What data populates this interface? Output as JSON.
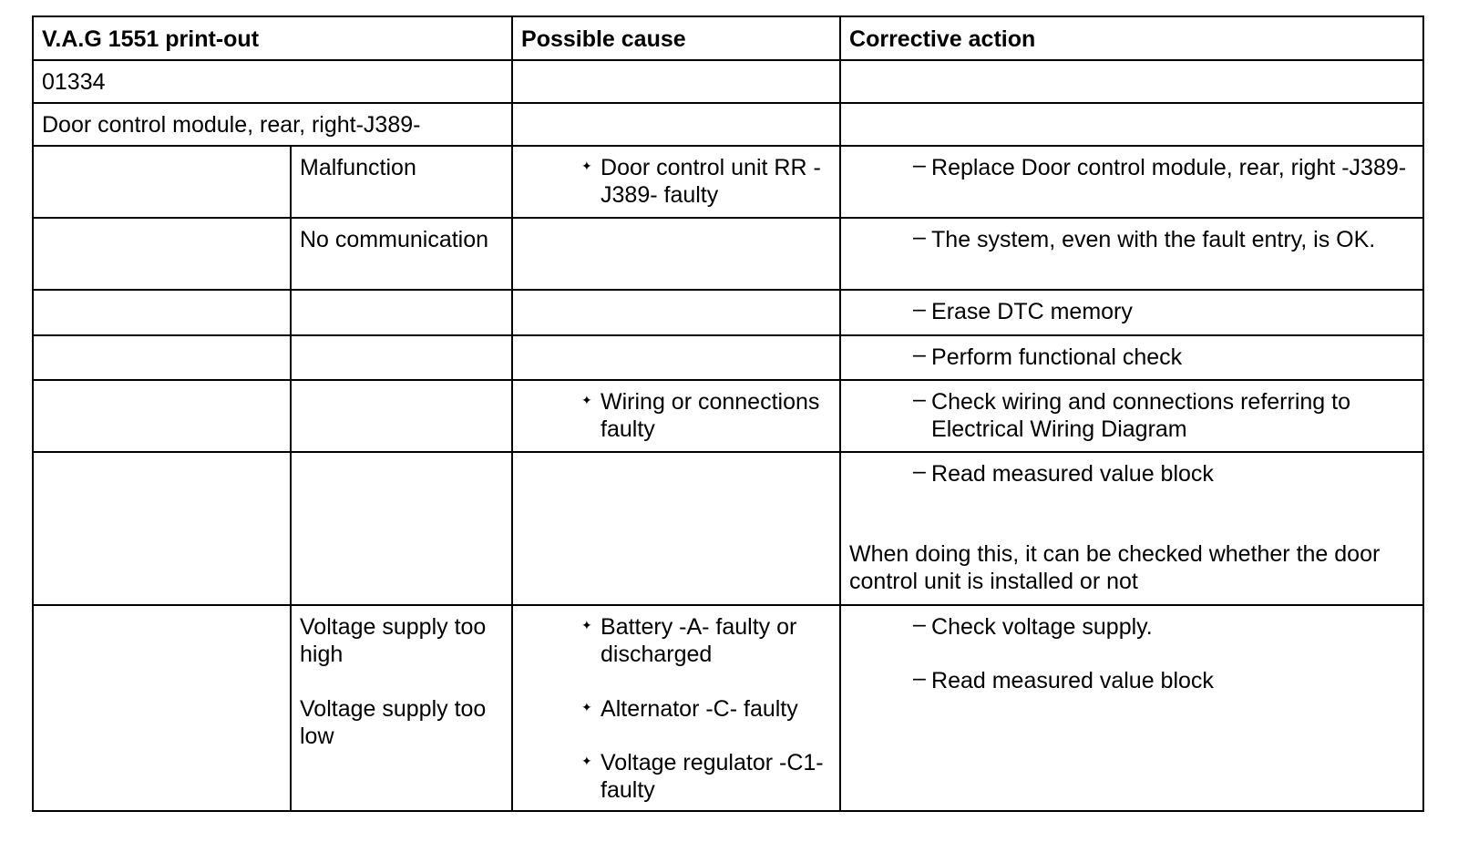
{
  "table": {
    "headers": {
      "printout": "V.A.G 1551 print-out",
      "cause": "Possible cause",
      "action": "Corrective action"
    },
    "code": "01334",
    "component": "Door control module, rear, right-J389-",
    "bullet_glyph": "✦",
    "dash_glyph": "–",
    "rows": {
      "malfunction": {
        "symptom": "Malfunction",
        "cause": "Door control unit RR -J389- faulty",
        "action": "Replace Door control module, rear, right -J389-"
      },
      "no_comm": {
        "symptom": "No communication",
        "action": "The system, even with the fault entry, is OK."
      },
      "erase": {
        "action": "Erase DTC memory"
      },
      "functional": {
        "action": "Perform functional check"
      },
      "wiring": {
        "cause": "Wiring or connections faulty",
        "action": "Check wiring and connections referring to Electrical Wiring Diagram"
      },
      "mvb": {
        "action": "Read measured value block",
        "note": "When doing this, it can be checked whether the door control unit is installed or not"
      },
      "voltage": {
        "symptom_high": "Voltage supply too high",
        "symptom_low": "Voltage supply too low",
        "cause_battery": "Battery -A- faulty or discharged",
        "cause_alternator": "Alternator -C- faulty",
        "cause_regulator": "Voltage regulator -C1- faulty",
        "action_check": "Check voltage supply.",
        "action_read": "Read measured value block"
      }
    }
  }
}
